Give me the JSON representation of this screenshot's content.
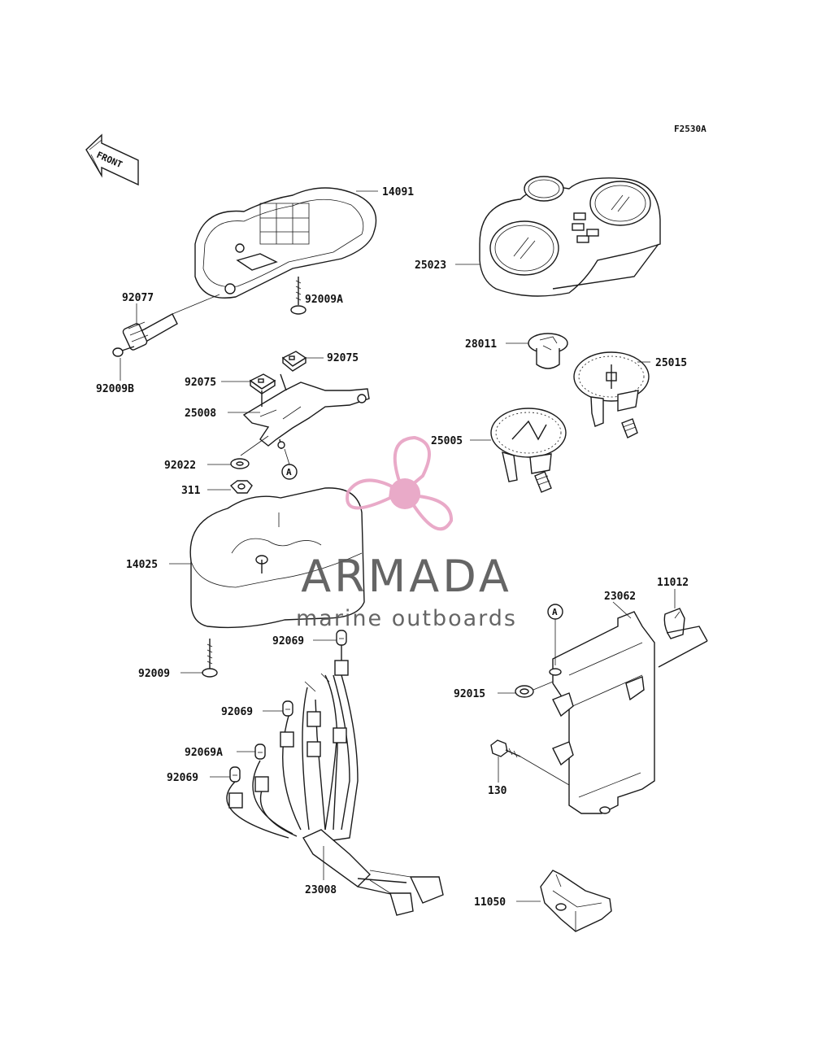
{
  "figure_code": "F2530A",
  "front_arrow_text": "FRONT",
  "callout_marker": "A",
  "watermark": {
    "brand": "ARMADA",
    "tagline": "marine outboards",
    "logo_color": "#e7a1c3"
  },
  "parts": [
    {
      "id": "14091"
    },
    {
      "id": "92077"
    },
    {
      "id": "92009A"
    },
    {
      "id": "92009B"
    },
    {
      "id": "92075"
    },
    {
      "id": "92075"
    },
    {
      "id": "25008"
    },
    {
      "id": "92022"
    },
    {
      "id": "311"
    },
    {
      "id": "14025"
    },
    {
      "id": "92009"
    },
    {
      "id": "92069"
    },
    {
      "id": "92069"
    },
    {
      "id": "92069A"
    },
    {
      "id": "92069"
    },
    {
      "id": "23008"
    },
    {
      "id": "25023"
    },
    {
      "id": "28011"
    },
    {
      "id": "25015"
    },
    {
      "id": "25005"
    },
    {
      "id": "11012"
    },
    {
      "id": "23062"
    },
    {
      "id": "92015"
    },
    {
      "id": "130"
    },
    {
      "id": "11050"
    }
  ]
}
